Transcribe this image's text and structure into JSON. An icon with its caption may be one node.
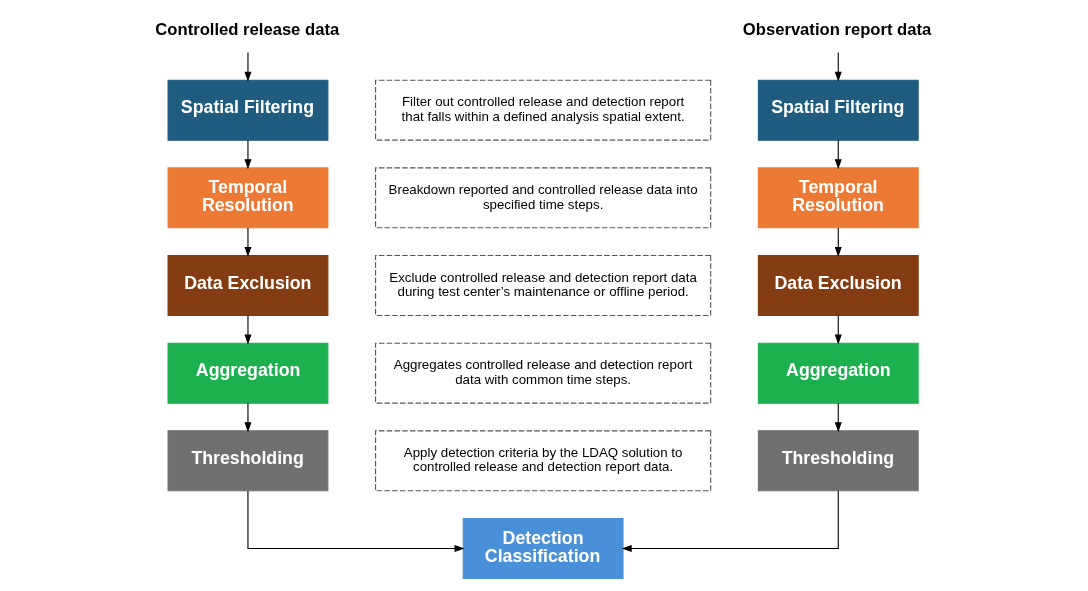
{
  "diagram": {
    "nodes": [
      {
        "text": [
          "Controlled release data"
        ]
      },
      {
        "text": [
          "Spatial Filtering"
        ]
      },
      {
        "text": [
          "Temporal Resolution"
        ]
      },
      {
        "text": [
          "Data Exclusion"
        ]
      },
      {
        "text": [
          "Aggregation"
        ]
      },
      {
        "text": [
          "Thresholding"
        ]
      },
      {
        "text": [
          "Observation report data"
        ]
      },
      {
        "text": [
          "Spatial Filtering"
        ]
      },
      {
        "text": [
          "Temporal Resolution"
        ]
      },
      {
        "text": [
          "Data Exclusion"
        ]
      },
      {
        "text": [
          "Aggregation"
        ]
      },
      {
        "text": [
          "Thresholding"
        ]
      },
      {
        "text": [
          "Detection Classification"
        ]
      },
      {
        "text": [
          "Filter out controlled release and detection report that falls within a defined analysis spatial extent."
        ]
      },
      {
        "text": [
          "Breakdown reported and controlled release data into specified time steps."
        ]
      },
      {
        "text": [
          "Exclude controlled release and detection report data during test center’s maintenance or offline period."
        ]
      },
      {
        "text": [
          "Aggregates controlled release and detection report data with common time steps."
        ]
      },
      {
        "text": [
          "Apply detection criteria by the LDAQ solution to controlled release and detection report data."
        ]
      }
    ],
    "edges": [
      {
        "from": 0,
        "to": 1,
        "arrow": "to"
      },
      {
        "from": 1,
        "to": 2,
        "arrow": "to"
      },
      {
        "from": 2,
        "to": 3,
        "arrow": "to"
      },
      {
        "from": 3,
        "to": 4,
        "arrow": "to"
      },
      {
        "from": 4,
        "to": 5,
        "arrow": "to"
      },
      {
        "from": 6,
        "to": 7,
        "arrow": "to"
      },
      {
        "from": 7,
        "to": 8,
        "arrow": "to"
      },
      {
        "from": 8,
        "to": 9,
        "arrow": "to"
      },
      {
        "from": 9,
        "to": 10,
        "arrow": "to"
      },
      {
        "from": 10,
        "to": 11,
        "arrow": "to"
      },
      {
        "from": 5,
        "to": 12,
        "arrow": "to"
      },
      {
        "from": 11,
        "to": 12,
        "arrow": "to"
      }
    ]
  }
}
